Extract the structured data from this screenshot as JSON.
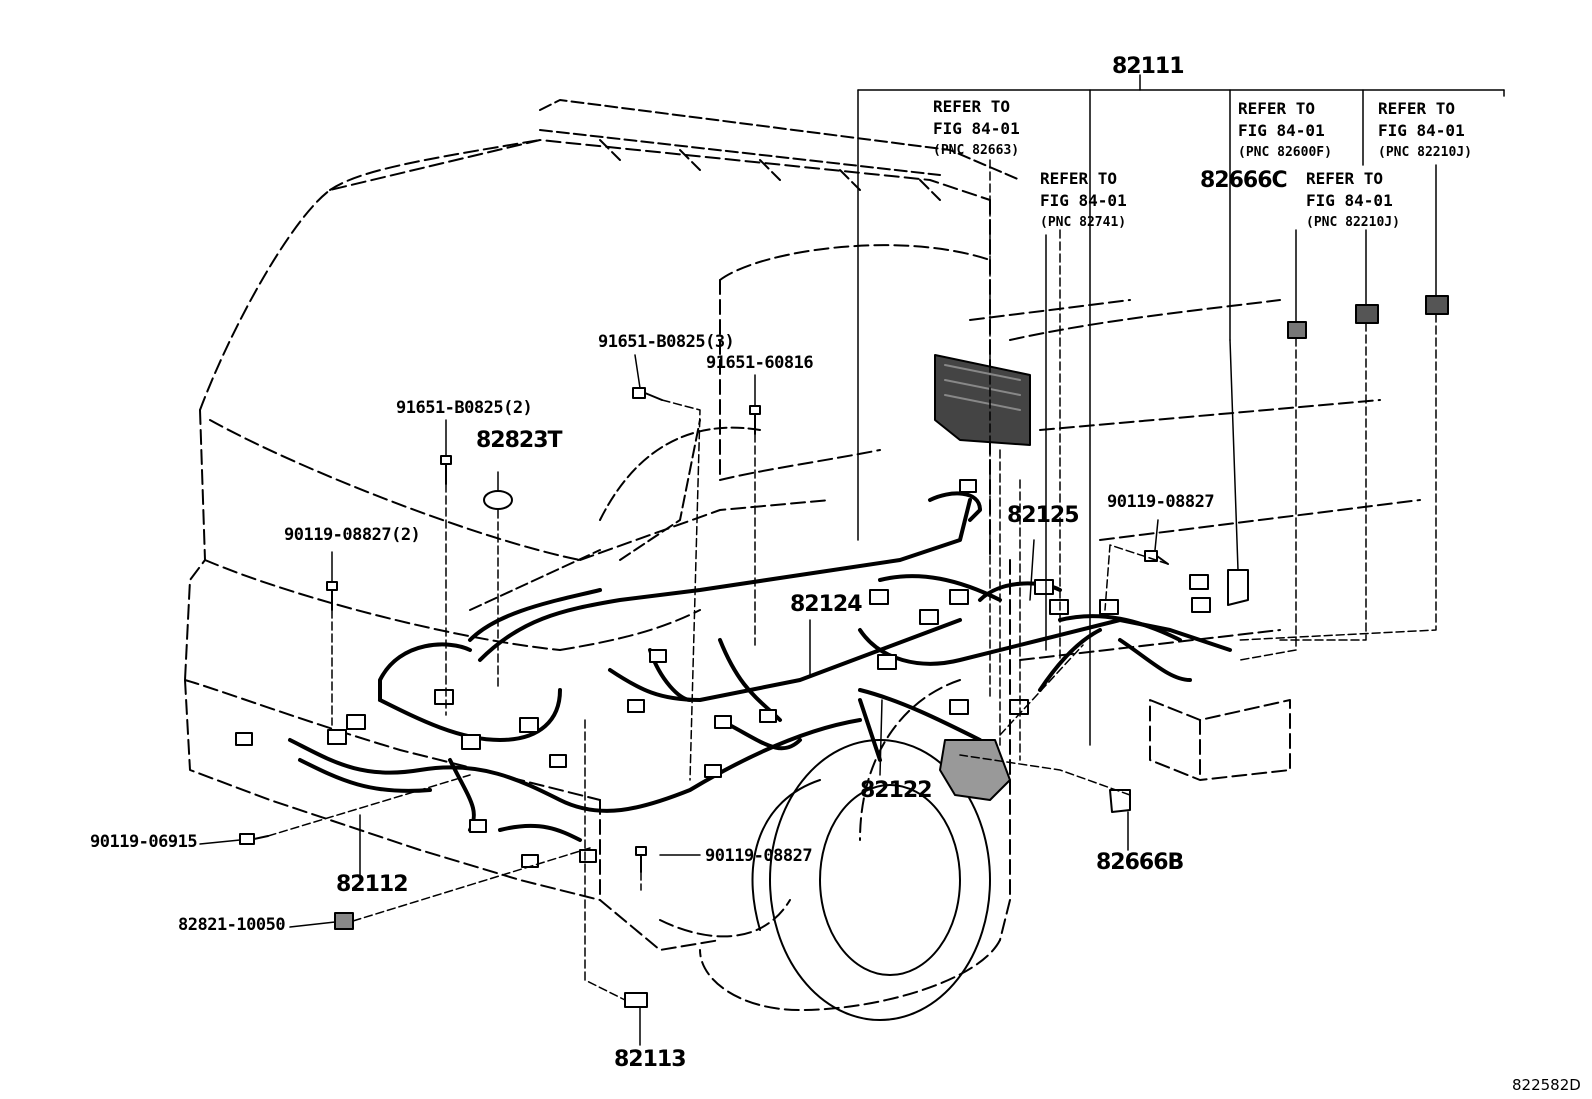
{
  "diagram_code": "822582D",
  "top_group_label": "82111",
  "parts": {
    "p82112": "82112",
    "p82113": "82113",
    "p82122": "82122",
    "p82124": "82124",
    "p82125": "82125",
    "p82823T": "82823T",
    "p82666B": "82666B",
    "p82666C": "82666C",
    "p82821": "82821-10050",
    "p90119_06915": "90119-06915",
    "p90119_08827_2": "90119-08827(2)",
    "p90119_08827_a": "90119-08827",
    "p90119_08827_b": "90119-08827",
    "p91651_B0825_2": "91651-B0825(2)",
    "p91651_B0825_3": "91651-B0825(3)",
    "p91651_60816": "91651-60816"
  },
  "references": [
    {
      "line1": "REFER TO",
      "line2": "FIG 84-01",
      "line3": "(PNC 82663)"
    },
    {
      "line1": "REFER TO",
      "line2": "FIG 84-01",
      "line3": "(PNC 82741)"
    },
    {
      "line1": "REFER TO",
      "line2": "FIG 84-01",
      "line3": "(PNC 82600F)"
    },
    {
      "line1": "REFER TO",
      "line2": "FIG 84-01",
      "line3": "(PNC 82210J)"
    },
    {
      "line1": "REFER TO",
      "line2": "FIG 84-01",
      "line3": "(PNC 82210J)"
    }
  ]
}
